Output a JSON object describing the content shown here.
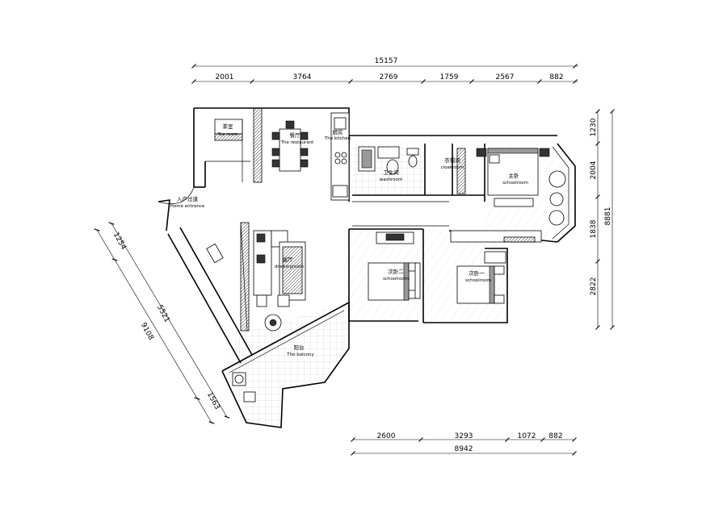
{
  "dimensions": {
    "top_total": "15157",
    "top_segments": [
      "2001",
      "3764",
      "2769",
      "1759",
      "2567",
      "882"
    ],
    "right_total": "8881",
    "right_segments": [
      "1230",
      "2004",
      "1838",
      "2822"
    ],
    "bottom_total": "8942",
    "bottom_segments": [
      "2600",
      "3293",
      "1072",
      "882"
    ],
    "left_total": "9108",
    "left_segments": [
      "1254",
      "5521",
      "1563"
    ]
  },
  "rooms": {
    "tea_room": {
      "zh": "茶室",
      "en": "Tea room"
    },
    "restaurant": {
      "zh": "餐厅",
      "en": "The restaurant"
    },
    "kitchen": {
      "zh": "厨房",
      "en": "The kitchen"
    },
    "entrance": {
      "zh": "入户过道",
      "en": "Home entrance"
    },
    "washroom": {
      "zh": "卫生间",
      "en": "washroom"
    },
    "cloakroom": {
      "zh": "衣帽间",
      "en": "cloakroom"
    },
    "master_bedroom": {
      "zh": "主卧",
      "en": "schoolroom"
    },
    "drawing_room": {
      "zh": "客厅",
      "en": "drawingroom"
    },
    "second_bedroom_a": {
      "zh": "次卧二",
      "en": "schoolroom"
    },
    "second_bedroom_b": {
      "zh": "次卧一",
      "en": "schoolroom"
    },
    "balcony": {
      "zh": "阳台",
      "en": "The balcony"
    }
  }
}
